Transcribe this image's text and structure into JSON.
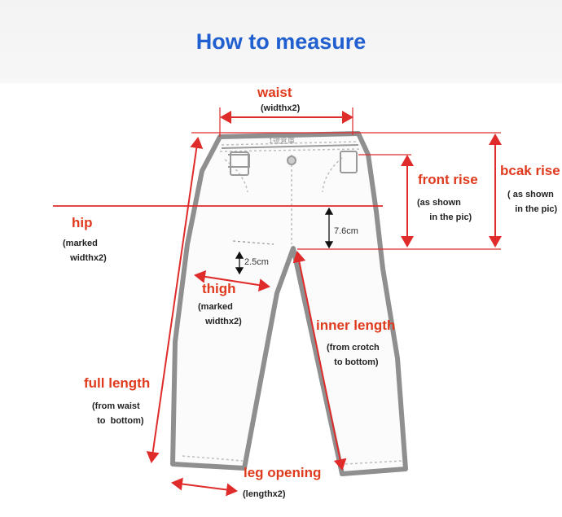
{
  "title": "How to measure",
  "colors": {
    "title": "#1f5fd0",
    "label": "#e03a1e",
    "arrow": "#e02b2b",
    "garment": "#9a9a9a"
  },
  "labels": {
    "waist": {
      "name": "waist",
      "note": "(widthx2)"
    },
    "hip": {
      "name": "hip",
      "note": "(marked\n   widthx2)"
    },
    "thigh": {
      "name": "thigh",
      "note": "(marked\n   widthx2)"
    },
    "full_length": {
      "name": "full length",
      "note": "(from waist\n  to  bottom)"
    },
    "front_rise": {
      "name": "front rise",
      "note": "(as shown\n     in the pic)"
    },
    "back_rise": {
      "name": "bcak rise",
      "note": " ( as shown\n    in the pic)"
    },
    "inner_length": {
      "name": "inner length",
      "note": "(from crotch\n   to bottom)"
    },
    "leg_opening": {
      "name": "leg opening",
      "note": "(lengthx2)"
    }
  },
  "dimensions": {
    "crotch_height": "7.6cm",
    "thigh_offset": "2.5cm"
  },
  "waistband_text": "1號倉庫"
}
